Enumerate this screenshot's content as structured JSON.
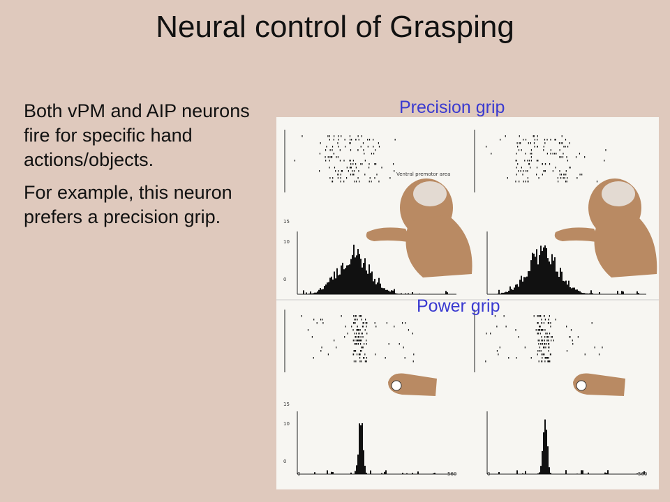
{
  "slide": {
    "title": "Neural control of Grasping",
    "paragraphs": [
      "Both vPM and AIP neurons fire for specific hand actions/objects.",
      "For example, this neuron prefers a precision grip."
    ]
  },
  "figure": {
    "caption_top": "Precision grip",
    "caption_bottom": "Power grip",
    "area_label": "Ventral premotor area",
    "y_ticks": [
      "15",
      "10",
      "0"
    ],
    "x_ticks": [
      "0",
      "560"
    ]
  },
  "colors": {
    "background": "#dfc9bd",
    "caption": "#3a3ad0",
    "monkey": "#b98a63"
  }
}
